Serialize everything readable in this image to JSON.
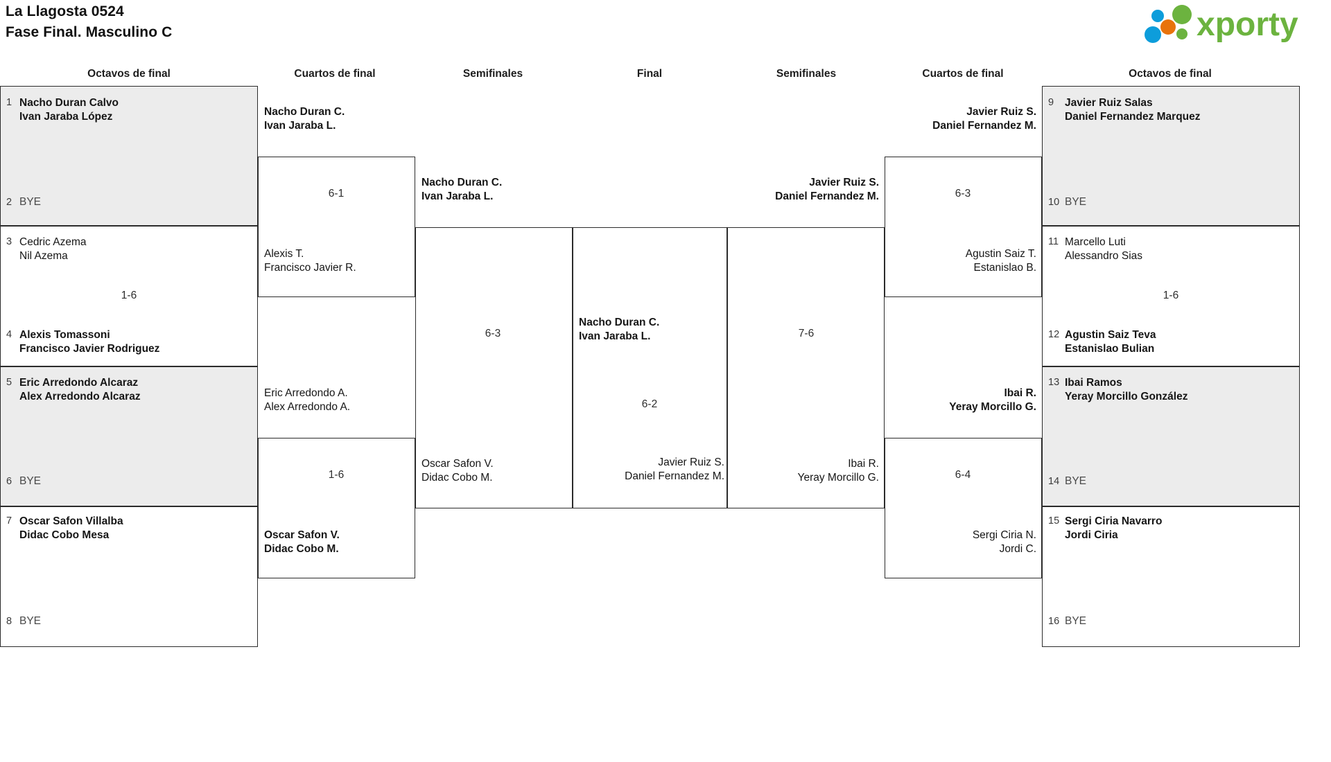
{
  "header": {
    "tournament": "La Llagosta 0524",
    "phase": "Fase Final. Masculino C",
    "logo_text": "xporty",
    "logo_colors": {
      "green": "#6cb33f",
      "blue": "#0d9ddb",
      "orange": "#e8730c"
    }
  },
  "round_headers": {
    "left_r16": "Octavos de final",
    "left_qf": "Cuartos de final",
    "left_sf": "Semifinales",
    "final": "Final",
    "right_sf": "Semifinales",
    "right_qf": "Cuartos de final",
    "right_r16": "Octavos de final"
  },
  "labels": {
    "bye": "BYE"
  },
  "bracket": {
    "left_r16": [
      {
        "seed": "1",
        "p1": "Nacho Duran Calvo",
        "p2": "Ivan Jaraba López",
        "winner": true
      },
      {
        "seed": "2",
        "bye": "BYE"
      },
      {
        "seed": "3",
        "p1": "Cedric Azema",
        "p2": "Nil Azema",
        "winner": false
      },
      {
        "seed": "4",
        "p1": "Alexis Tomassoni",
        "p2": "Francisco Javier Rodriguez",
        "winner": true
      },
      {
        "seed": "5",
        "p1": "Eric Arredondo Alcaraz",
        "p2": "Alex Arredondo Alcaraz",
        "winner": true
      },
      {
        "seed": "6",
        "bye": "BYE"
      },
      {
        "seed": "7",
        "p1": "Oscar Safon Villalba",
        "p2": "Didac Cobo Mesa",
        "winner": true
      },
      {
        "seed": "8",
        "bye": "BYE"
      }
    ],
    "left_r16_scores": {
      "m1": "",
      "m2": "1-6",
      "m3": "",
      "m4": ""
    },
    "left_qf": [
      {
        "p1": "Nacho Duran C.",
        "p2": "Ivan Jaraba L.",
        "winner": true
      },
      {
        "p1": "Alexis T.",
        "p2": "Francisco Javier R.",
        "winner": false
      },
      {
        "p1": "Eric Arredondo A.",
        "p2": "Alex Arredondo A.",
        "winner": false
      },
      {
        "p1": "Oscar Safon V.",
        "p2": "Didac Cobo M.",
        "winner": true
      }
    ],
    "left_qf_scores": {
      "top": "6-1",
      "bottom": "1-6"
    },
    "left_sf": [
      {
        "p1": "Nacho Duran C.",
        "p2": "Ivan Jaraba L.",
        "winner": true
      },
      {
        "p1": "Oscar Safon V.",
        "p2": "Didac Cobo M.",
        "winner": false
      }
    ],
    "left_sf_score": "6-3",
    "final": [
      {
        "p1": "Nacho Duran C.",
        "p2": "Ivan Jaraba L.",
        "winner": true
      },
      {
        "p1": "Javier Ruiz S.",
        "p2": "Daniel Fernandez M.",
        "winner": false
      }
    ],
    "final_score": "6-2",
    "right_sf": [
      {
        "p1": "Javier Ruiz S.",
        "p2": "Daniel Fernandez M.",
        "winner": true
      },
      {
        "p1": "Ibai R.",
        "p2": "Yeray Morcillo G.",
        "winner": false
      }
    ],
    "right_sf_score": "7-6",
    "right_qf": [
      {
        "p1": "Javier Ruiz S.",
        "p2": "Daniel Fernandez M.",
        "winner": true
      },
      {
        "p1": "Agustin Saiz T.",
        "p2": "Estanislao B.",
        "winner": false
      },
      {
        "p1": "Ibai R.",
        "p2": "Yeray Morcillo G.",
        "winner": true
      },
      {
        "p1": "Sergi Ciria N.",
        "p2": "Jordi C.",
        "winner": false
      }
    ],
    "right_qf_scores": {
      "top": "6-3",
      "bottom": "6-4"
    },
    "right_r16": [
      {
        "seed": "9",
        "p1": "Javier Ruiz Salas",
        "p2": "Daniel Fernandez Marquez",
        "winner": true
      },
      {
        "seed": "10",
        "bye": "BYE"
      },
      {
        "seed": "11",
        "p1": "Marcello Luti",
        "p2": "Alessandro Sias",
        "winner": false
      },
      {
        "seed": "12",
        "p1": "Agustin Saiz Teva",
        "p2": "Estanislao Bulian",
        "winner": true
      },
      {
        "seed": "13",
        "p1": "Ibai Ramos",
        "p2": "Yeray Morcillo González",
        "winner": true
      },
      {
        "seed": "14",
        "bye": "BYE"
      },
      {
        "seed": "15",
        "p1": "Sergi Ciria Navarro",
        "p2": "Jordi Ciria",
        "winner": true
      },
      {
        "seed": "16",
        "bye": "BYE"
      }
    ],
    "right_r16_scores": {
      "m1": "",
      "m2": "1-6",
      "m3": "",
      "m4": ""
    }
  }
}
